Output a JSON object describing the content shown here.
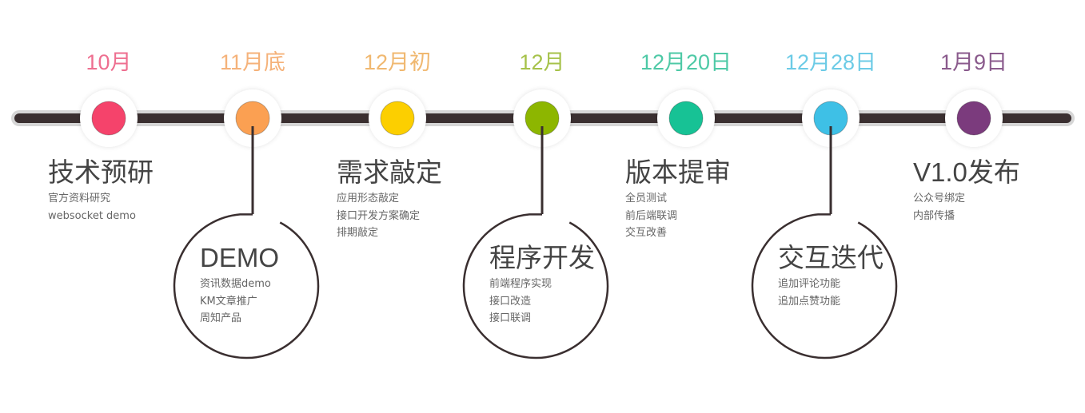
{
  "milestones": [
    {
      "date": "10月",
      "color": "#f5436b",
      "date_color": "#ee6f90",
      "title": "技术预研",
      "items": [
        "官方资料研究",
        "websocket demo"
      ]
    },
    {
      "date": "11月底",
      "color": "#fba052",
      "date_color": "#f5b27a",
      "title": "DEMO",
      "items": [
        "资讯数据demo",
        "KM文章推广",
        "周知产品"
      ]
    },
    {
      "date": "12月初",
      "color": "#fccf00",
      "date_color": "#f0b870",
      "title": "需求敲定",
      "items": [
        "应用形态敲定",
        "接口开发方案确定",
        "排期敲定"
      ]
    },
    {
      "date": "12月",
      "color": "#8db600",
      "date_color": "#a6c24a",
      "title": "程序开发",
      "items": [
        "前端程序实现",
        "接口改造",
        "接口联调"
      ]
    },
    {
      "date": "12月20日",
      "color": "#17c295",
      "date_color": "#4ec9a6",
      "title": "版本提审",
      "items": [
        "全员测试",
        "前后端联调",
        "交互改善"
      ]
    },
    {
      "date": "12月28日",
      "color": "#3ec0e6",
      "date_color": "#6ccbe6",
      "title": "交互迭代",
      "items": [
        "追加评论功能",
        "追加点赞功能"
      ]
    },
    {
      "date": "1月9日",
      "color": "#7b3b7d",
      "date_color": "#8a5a8c",
      "title": "V1.0发布",
      "items": [
        "公众号绑定",
        "内部传播"
      ]
    }
  ]
}
